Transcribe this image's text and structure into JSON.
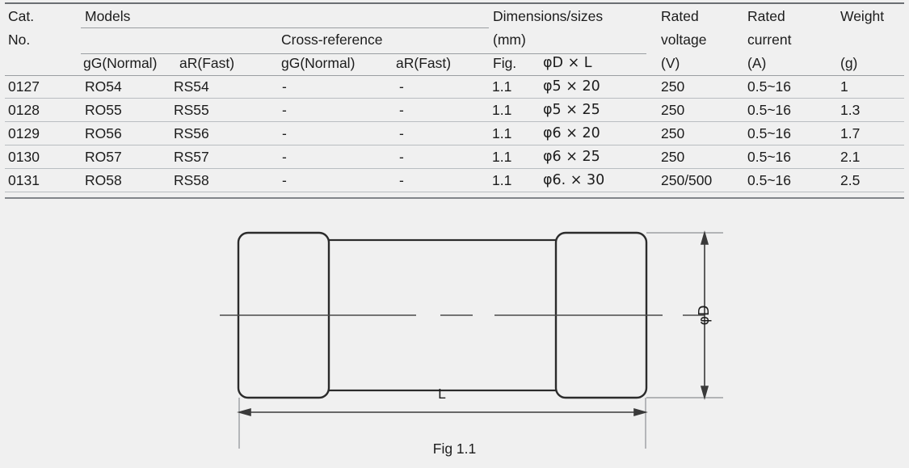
{
  "table": {
    "headers": {
      "cat_no_line1": "Cat.",
      "cat_no_line2": "No.",
      "models": "Models",
      "cross_reference": "Cross-reference",
      "models_gg": "gG(Normal)",
      "models_ar": "aR(Fast)",
      "xref_gg": "gG(Normal)",
      "xref_ar": "aR(Fast)",
      "dimensions_line1": "Dimensions/sizes",
      "dimensions_line2": "(mm)",
      "fig": "Fig.",
      "dia_x_l": "φD × L",
      "rated_voltage_line1": "Rated",
      "rated_voltage_line2": "voltage",
      "rated_voltage_unit": "(V)",
      "rated_current_line1": "Rated",
      "rated_current_line2": "current",
      "rated_current_unit": "(A)",
      "weight": "Weight",
      "weight_unit": "(g)"
    },
    "rows": [
      {
        "cat_no": "0127",
        "model_gg": "RO54",
        "model_ar": "RS54",
        "xref_gg": "-",
        "xref_ar": "-",
        "fig": "1.1",
        "dimensions": "φ5 × 20",
        "rated_voltage": "250",
        "rated_current": "0.5~16",
        "weight": "1"
      },
      {
        "cat_no": "0128",
        "model_gg": "RO55",
        "model_ar": "RS55",
        "xref_gg": "-",
        "xref_ar": "-",
        "fig": "1.1",
        "dimensions": "φ5 × 25",
        "rated_voltage": "250",
        "rated_current": "0.5~16",
        "weight": "1.3"
      },
      {
        "cat_no": "0129",
        "model_gg": "RO56",
        "model_ar": "RS56",
        "xref_gg": "-",
        "xref_ar": "-",
        "fig": "1.1",
        "dimensions": "φ6 × 20",
        "rated_voltage": "250",
        "rated_current": "0.5~16",
        "weight": "1.7"
      },
      {
        "cat_no": "0130",
        "model_gg": "RO57",
        "model_ar": "RS57",
        "xref_gg": "-",
        "xref_ar": "-",
        "fig": "1.1",
        "dimensions": "φ6 × 25",
        "rated_voltage": "250",
        "rated_current": "0.5~16",
        "weight": "2.1"
      },
      {
        "cat_no": "0131",
        "model_gg": "RO58",
        "model_ar": "RS58",
        "xref_gg": "-",
        "xref_ar": "-",
        "fig": "1.1",
        "dimensions": "φ6. × 30",
        "rated_voltage": "250/500",
        "rated_current": "0.5~16",
        "weight": "2.5"
      }
    ]
  },
  "figure": {
    "caption": "Fig 1.1",
    "diameter_label": "φD",
    "length_label": "L"
  },
  "colors": {
    "background": "#f0f0f0",
    "text": "#1c1c1c",
    "rule_strong": "#6b6f73",
    "rule_light": "#b9bdc1",
    "drawing_line": "#2b2b2b",
    "dimension_line": "#4a4a4a"
  }
}
